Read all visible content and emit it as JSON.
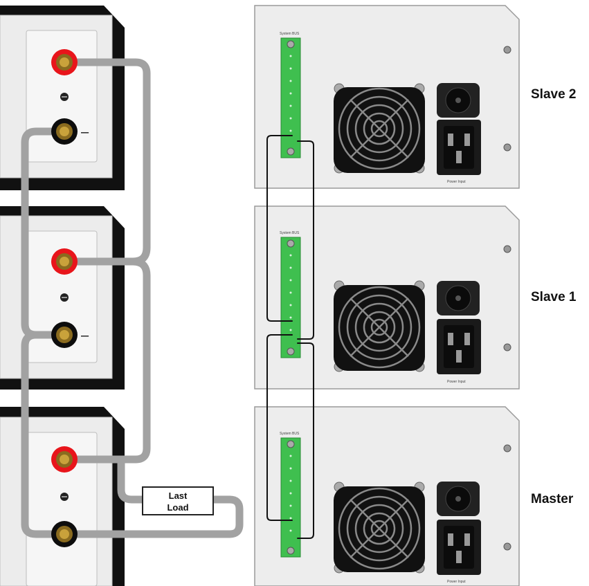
{
  "units": [
    {
      "id": "slave2",
      "label": "Slave 2",
      "bus_label": "System BUS",
      "power_label": "Power Input"
    },
    {
      "id": "slave1",
      "label": "Slave 1",
      "bus_label": "System BUS",
      "power_label": "Power Input"
    },
    {
      "id": "master",
      "label": "Master",
      "bus_label": "System BUS",
      "power_label": "Power Input"
    }
  ],
  "load": {
    "line1": "Last",
    "line2": "Load"
  },
  "front_panel": {
    "negative_sign": "–"
  },
  "colors": {
    "cable": "#a2a2a2",
    "terminal_positive": "#e8151b",
    "terminal_negative": "#0d0d0d",
    "terminal_core": "#c9a23b",
    "bus_connector": "#3fbf4f",
    "housing": "#ededed",
    "frame": "#111111",
    "sense_wire": "#111111"
  }
}
